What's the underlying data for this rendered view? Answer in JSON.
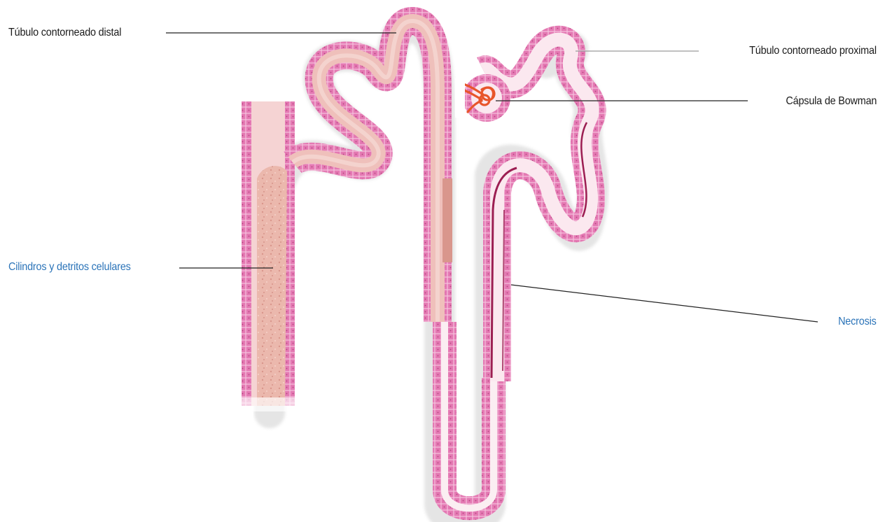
{
  "labels": {
    "distal": {
      "text": "Túbulo contorneado distal",
      "color": "#1a1a1a"
    },
    "proximal": {
      "text": "Túbulo contorneado proximal",
      "color": "#1a1a1a"
    },
    "bowman": {
      "text": "Cápsula de Bowman",
      "color": "#1a1a1a"
    },
    "cilindros": {
      "text": "Cilindros y detritos celulares",
      "color": "#2a73b8"
    },
    "necrosis": {
      "text": "Necrosis",
      "color": "#2a73b8"
    }
  },
  "colors": {
    "tubule_wall": "#e479b3",
    "tubule_wall_outline": "#c24f8f",
    "lumen_distal": "#f1c4c4",
    "lumen_proximal": "#fbe8ef",
    "cast": "#ebb8ad",
    "necrosis": "#9c1e52",
    "glomerulus": "#e8552b",
    "leader_line": "#222222"
  }
}
